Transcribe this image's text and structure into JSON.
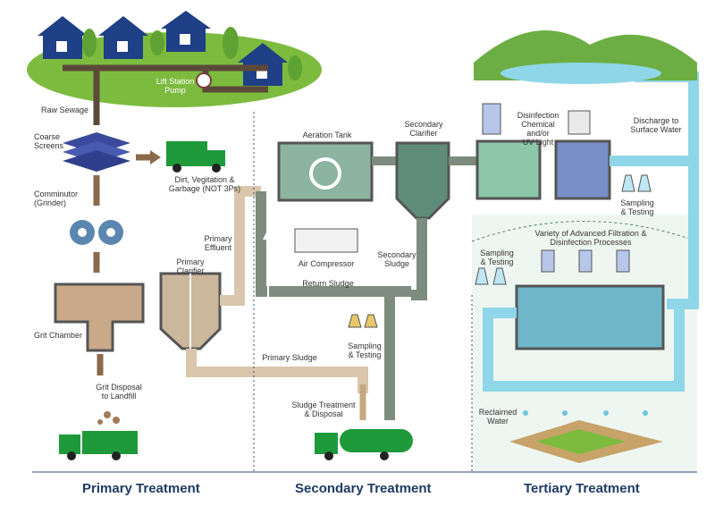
{
  "labels": {
    "lift_station": "Lift Station\nPump",
    "raw_sewage": "Raw Sewage",
    "coarse_screens": "Coarse\nScreens",
    "dirt_garbage": "Dirt, Vegitation &\nGarbage (NOT 3Ps)",
    "comminutor": "Comminutor\n(Grinder)",
    "grit_chamber": "Grit Chamber",
    "grit_disposal": "Grit Disposal\nto Landfill",
    "primary_clarifier": "Primary\nClarifier",
    "primary_effluent": "Primary\nEffluent",
    "primary_sludge": "Primary Sludge",
    "aeration_tank": "Aeration Tank",
    "air_compressor": "Air Compressor",
    "secondary_clarifier": "Secondary\nClarifier",
    "secondary_sludge": "Secondary\nSludge",
    "return_sludge": "Return Sludge",
    "sampling_testing_secondary": "Sampling\n& Testing",
    "sludge_treatment": "Sludge Treatment\n& Disposal",
    "disinfection": "Disinfection\nChemical and/or\nUV Light",
    "discharge": "Discharge to\nSurface Water",
    "sampling_testing_tertiary_right": "Sampling\n& Testing",
    "advanced_filtration": "Variety of Advanced Filtration &\nDisinfection Processes",
    "sampling_testing_tertiary_left": "Sampling\n& Testing",
    "reclaimed_water": "Reclaimed\nWater"
  },
  "sections": {
    "primary": "Primary Treatment",
    "secondary": "Secondary Treatment",
    "tertiary": "Tertiary Treatment"
  },
  "colors": {
    "house": "#1f3f86",
    "grass": "#7dbb3f",
    "pipe_gray": "#7d8c7e",
    "pipe_tan": "#d9c6ad",
    "pipe_cyan": "#8fd6e8",
    "truck_green": "#1f9a3a",
    "arrow_brown": "#8a6a4a",
    "section_text": "#1f3a64"
  }
}
